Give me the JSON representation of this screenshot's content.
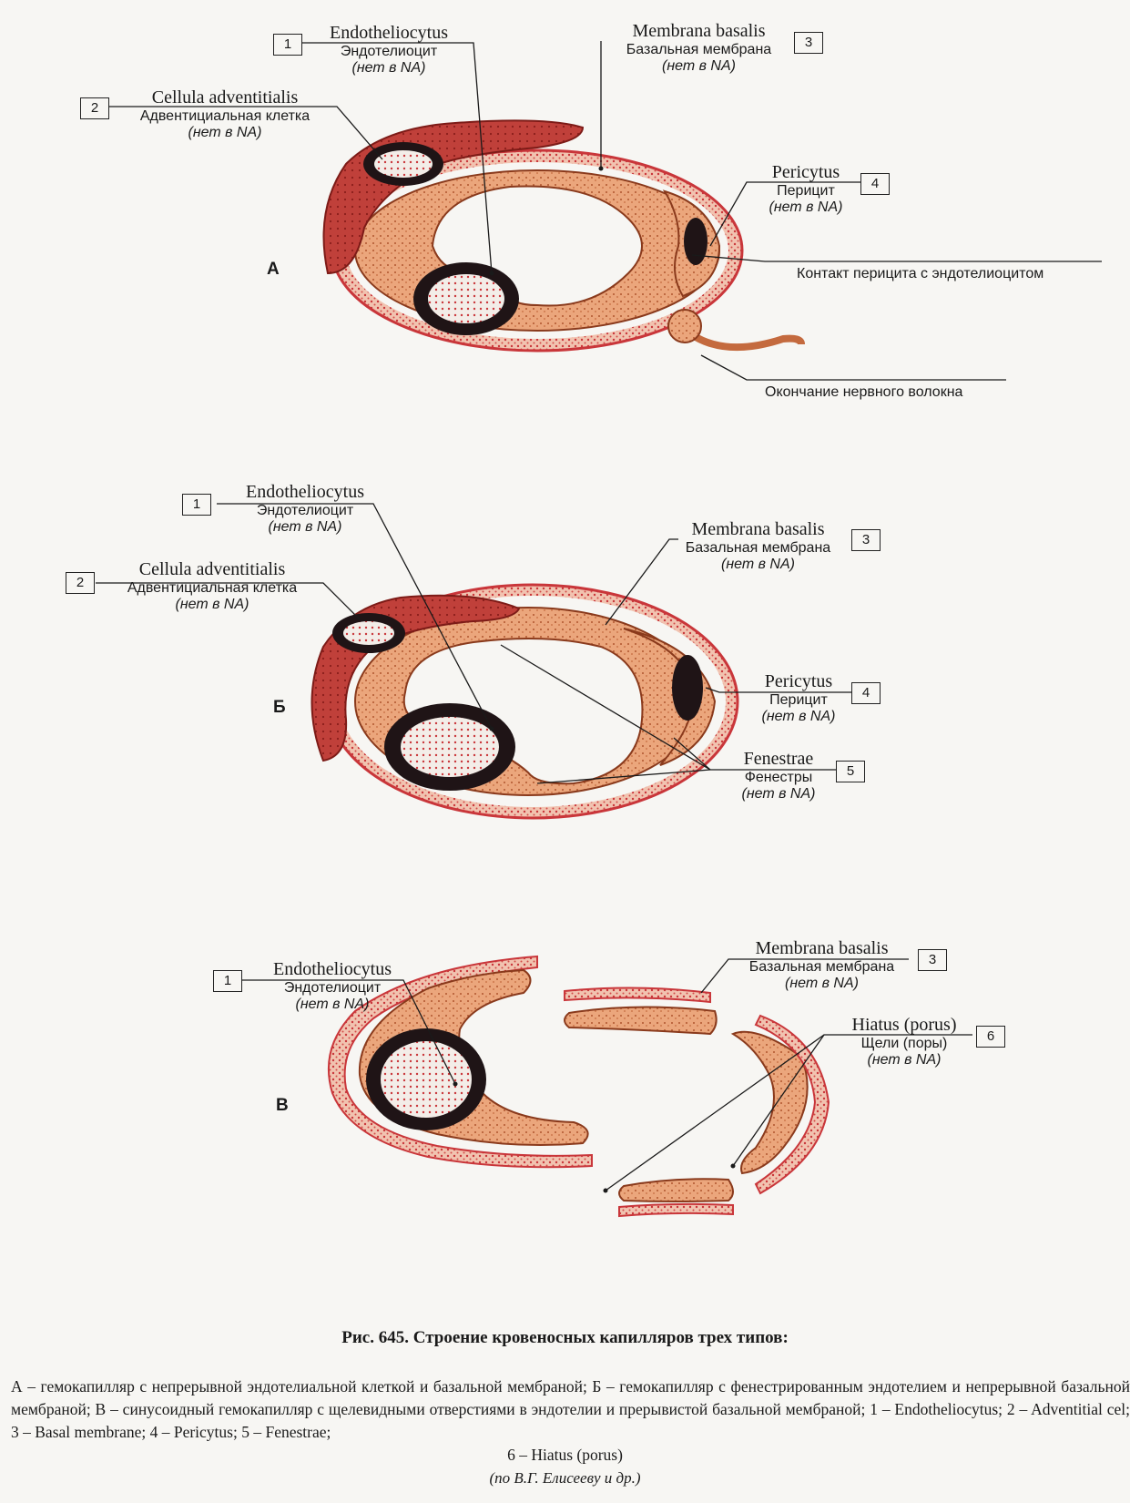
{
  "panels": {
    "A": {
      "letter": "А",
      "endothelio": {
        "num": "1",
        "lat": "Endotheliocytus",
        "ru": "Эндотелиоцит",
        "na": "(нет в NA)"
      },
      "adventitial": {
        "num": "2",
        "lat": "Cellula adventitialis",
        "ru": "Адвентициальная клетка",
        "na": "(нет в NA)"
      },
      "membrana": {
        "num": "3",
        "lat": "Membrana basalis",
        "ru": "Базальная мембрана",
        "na": "(нет в NA)"
      },
      "pericyte": {
        "num": "4",
        "lat": "Pericytus",
        "ru": "Перицит",
        "na": "(нет в NA)"
      },
      "contact": "Контакт перицита с эндотелиоцитом",
      "nerve": "Окончание нервного волокна"
    },
    "B": {
      "letter": "Б",
      "endothelio": {
        "num": "1",
        "lat": "Endotheliocytus",
        "ru": "Эндотелиоцит",
        "na": "(нет в NA)"
      },
      "adventitial": {
        "num": "2",
        "lat": "Cellula adventitialis",
        "ru": "Адвентициальная клетка",
        "na": "(нет в NA)"
      },
      "membrana": {
        "num": "3",
        "lat": "Membrana basalis",
        "ru": "Базальная мембрана",
        "na": "(нет в NA)"
      },
      "pericyte": {
        "num": "4",
        "lat": "Pericytus",
        "ru": "Перицит",
        "na": "(нет в NA)"
      },
      "fenestrae": {
        "num": "5",
        "lat": "Fenestrae",
        "ru": "Фенестры",
        "na": "(нет в NA)"
      }
    },
    "C": {
      "letter": "В",
      "endothelio": {
        "num": "1",
        "lat": "Endotheliocytus",
        "ru": "Эндотелиоцит",
        "na": "(нет в NA)"
      },
      "membrana": {
        "num": "3",
        "lat": "Membrana basalis",
        "ru": "Базальная мембрана",
        "na": "(нет в NA)"
      },
      "hiatus": {
        "num": "6",
        "lat": "Hiatus (porus)",
        "ru": "Щели (поры)",
        "na": "(нет в NA)"
      }
    }
  },
  "caption": {
    "title": "Рис. 645. Строение кровеносных капилляров трех типов:",
    "body": "А – гемокапилляр с непрерывной эндотелиальной клеткой и базальной мембраной; Б – гемокапилляр с фенестрированным эндотелием и непрерывной базальной мембраной; В – синусоидный гемокапилляр с щелевидными отверстиями в эндотелии и прерывистой базальной мембраной; 1 – Endotheliocytus; 2 – Adventitial cel; 3 – Basal membrane; 4 – Pericytus; 5 – Fenestrae;",
    "last": "6 – Hiatus (porus)",
    "source": "(по В.Г. Елисееву и др.)"
  },
  "colors": {
    "membrane": "#c9363a",
    "adventitia": "#b8352f",
    "endothelium": "#e9a67c",
    "nucleus": "#1f1416",
    "background": "#f7f6f3"
  }
}
